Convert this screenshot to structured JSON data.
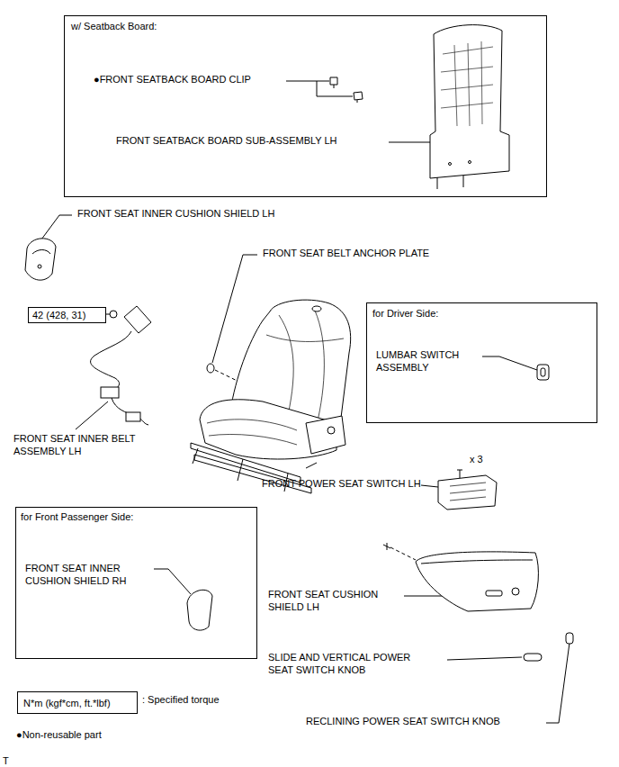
{
  "diagram": {
    "nodes": [
      {
        "text": [
          "w/ Seatback Board:",
          "●FRONT SEATBACK BOARD CLIP",
          "FRONT SEATBACK BOARD SUB-ASSEMBLY LH"
        ]
      },
      {
        "text": [
          "42 (428, 31)"
        ]
      },
      {
        "text": [
          "for Driver Side:",
          "LUMBAR SWITCH ASSEMBLY"
        ]
      },
      {
        "text": [
          "for Front Passenger Side:",
          "FRONT SEAT INNER CUSHION SHIELD RH"
        ]
      },
      {
        "text": [
          "N*m (kgf*cm, ft.*lbf)"
        ]
      }
    ],
    "labels": [
      "FRONT SEAT INNER CUSHION SHIELD LH",
      "FRONT SEAT BELT ANCHOR PLATE",
      "FRONT SEAT INNER BELT ASSEMBLY LH",
      "x 3",
      "FRONT POWER SEAT SWITCH LH",
      "FRONT SEAT CUSHION SHIELD LH",
      "SLIDE AND VERTICAL POWER SEAT SWITCH KNOB",
      "RECLINING POWER SEAT SWITCH KNOB",
      ": Specified torque",
      "●Non-reusable part",
      "T"
    ]
  }
}
